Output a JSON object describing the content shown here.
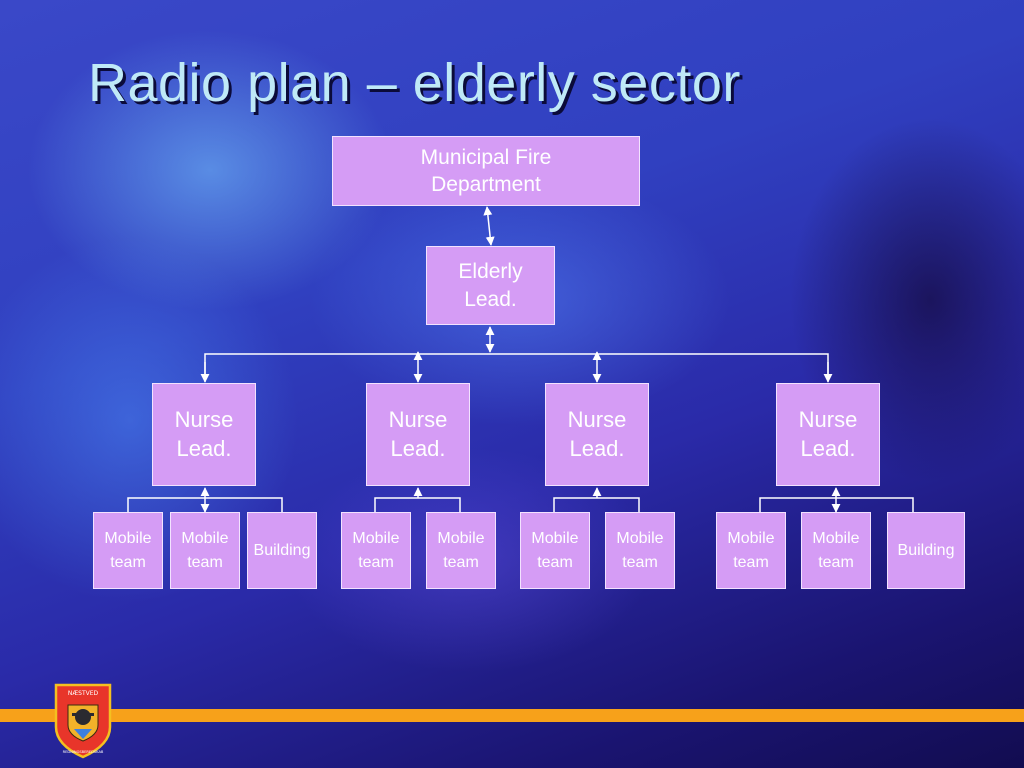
{
  "slide": {
    "title": "Radio plan – elderly sector"
  },
  "org": {
    "root": {
      "line1": "Municipal Fire",
      "line2": "Department"
    },
    "elderly_lead": {
      "line1": "Elderly",
      "line2": "Lead."
    },
    "nurse_leads": [
      {
        "line1": "Nurse",
        "line2": "Lead.",
        "children": [
          {
            "line1": "Mobile",
            "line2": "team"
          },
          {
            "line1": "Mobile",
            "line2": "team"
          },
          {
            "line1": "Building",
            "line2": ""
          }
        ]
      },
      {
        "line1": "Nurse",
        "line2": "Lead.",
        "children": [
          {
            "line1": "Mobile",
            "line2": "team"
          },
          {
            "line1": "Mobile",
            "line2": "team"
          }
        ]
      },
      {
        "line1": "Nurse",
        "line2": "Lead.",
        "children": [
          {
            "line1": "Mobile",
            "line2": "team"
          },
          {
            "line1": "Mobile",
            "line2": "team"
          }
        ]
      },
      {
        "line1": "Nurse",
        "line2": "Lead.",
        "children": [
          {
            "line1": "Mobile",
            "line2": "team"
          },
          {
            "line1": "Mobile",
            "line2": "team"
          },
          {
            "line1": "Building",
            "line2": ""
          }
        ]
      }
    ]
  },
  "logo": {
    "top_text": "NÆSTVED",
    "ring_text": "REDNINGSBEREDSKAB"
  },
  "colors": {
    "box_fill": "#d59cf5",
    "accent_bar": "#f7a11a",
    "title_text": "#bfe9f7"
  }
}
